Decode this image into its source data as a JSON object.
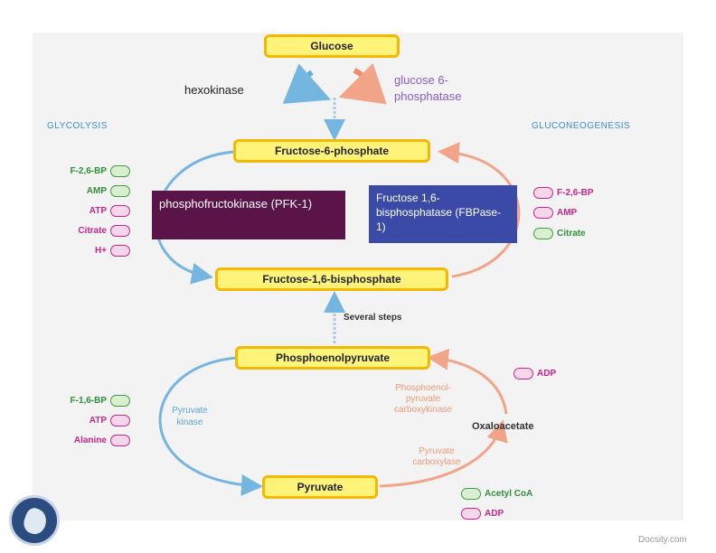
{
  "metabolites": {
    "glucose": "Glucose",
    "f6p": "Fructose-6-phosphate",
    "f16bp": "Fructose-1,6-bisphosphate",
    "pep": "Phosphoenolpyruvate",
    "pyruvate": "Pyruvate",
    "oxaloacetate": "Oxaloacetate"
  },
  "pathways": {
    "glycolysis": "GLYCOLYSIS",
    "gluconeogenesis": "GLUCONEOGENESIS"
  },
  "enzymes": {
    "hexokinase": "hexokinase",
    "g6pase": "glucose 6-phosphatase",
    "pfk": "phosphofructokinase (PFK-1)",
    "fbpase": "Fructose 1,6-bisphosphatase (FBPase-1)",
    "pyruvate_kinase": "Pyruvate kinase",
    "pepck": "Phosphoenol-pyruvate carboxykinase",
    "pyruvate_carboxylase": "Pyruvate carboxylase",
    "several_steps": "Several steps"
  },
  "regulators": {
    "pfk_left": [
      {
        "label": "F-2,6-BP",
        "type": "positive"
      },
      {
        "label": "AMP",
        "type": "positive"
      },
      {
        "label": "ATP",
        "type": "negative"
      },
      {
        "label": "Citrate",
        "type": "negative"
      },
      {
        "label": "H+",
        "type": "negative"
      }
    ],
    "fbpase_right": [
      {
        "label": "F-2,6-BP",
        "type": "negative"
      },
      {
        "label": "AMP",
        "type": "negative"
      },
      {
        "label": "Citrate",
        "type": "positive"
      }
    ],
    "pk_left": [
      {
        "label": "F-1,6-BP",
        "type": "positive"
      },
      {
        "label": "ATP",
        "type": "negative"
      },
      {
        "label": "Alanine",
        "type": "negative"
      }
    ],
    "pepck_right": [
      {
        "label": "ADP",
        "type": "negative"
      }
    ],
    "pc_bottom": [
      {
        "label": "Acetyl CoA",
        "type": "positive"
      },
      {
        "label": "ADP",
        "type": "negative"
      }
    ]
  },
  "watermark": "Docsity.com",
  "colors": {
    "glycolysis_arrow": "#74b6e0",
    "gluconeogenesis_arrow": "#f2a488",
    "pfk_box": "#5b1448",
    "fbpase_box": "#3a4aa6",
    "metabolite_fill": "#fff37a",
    "metabolite_border": "#f5b800"
  }
}
